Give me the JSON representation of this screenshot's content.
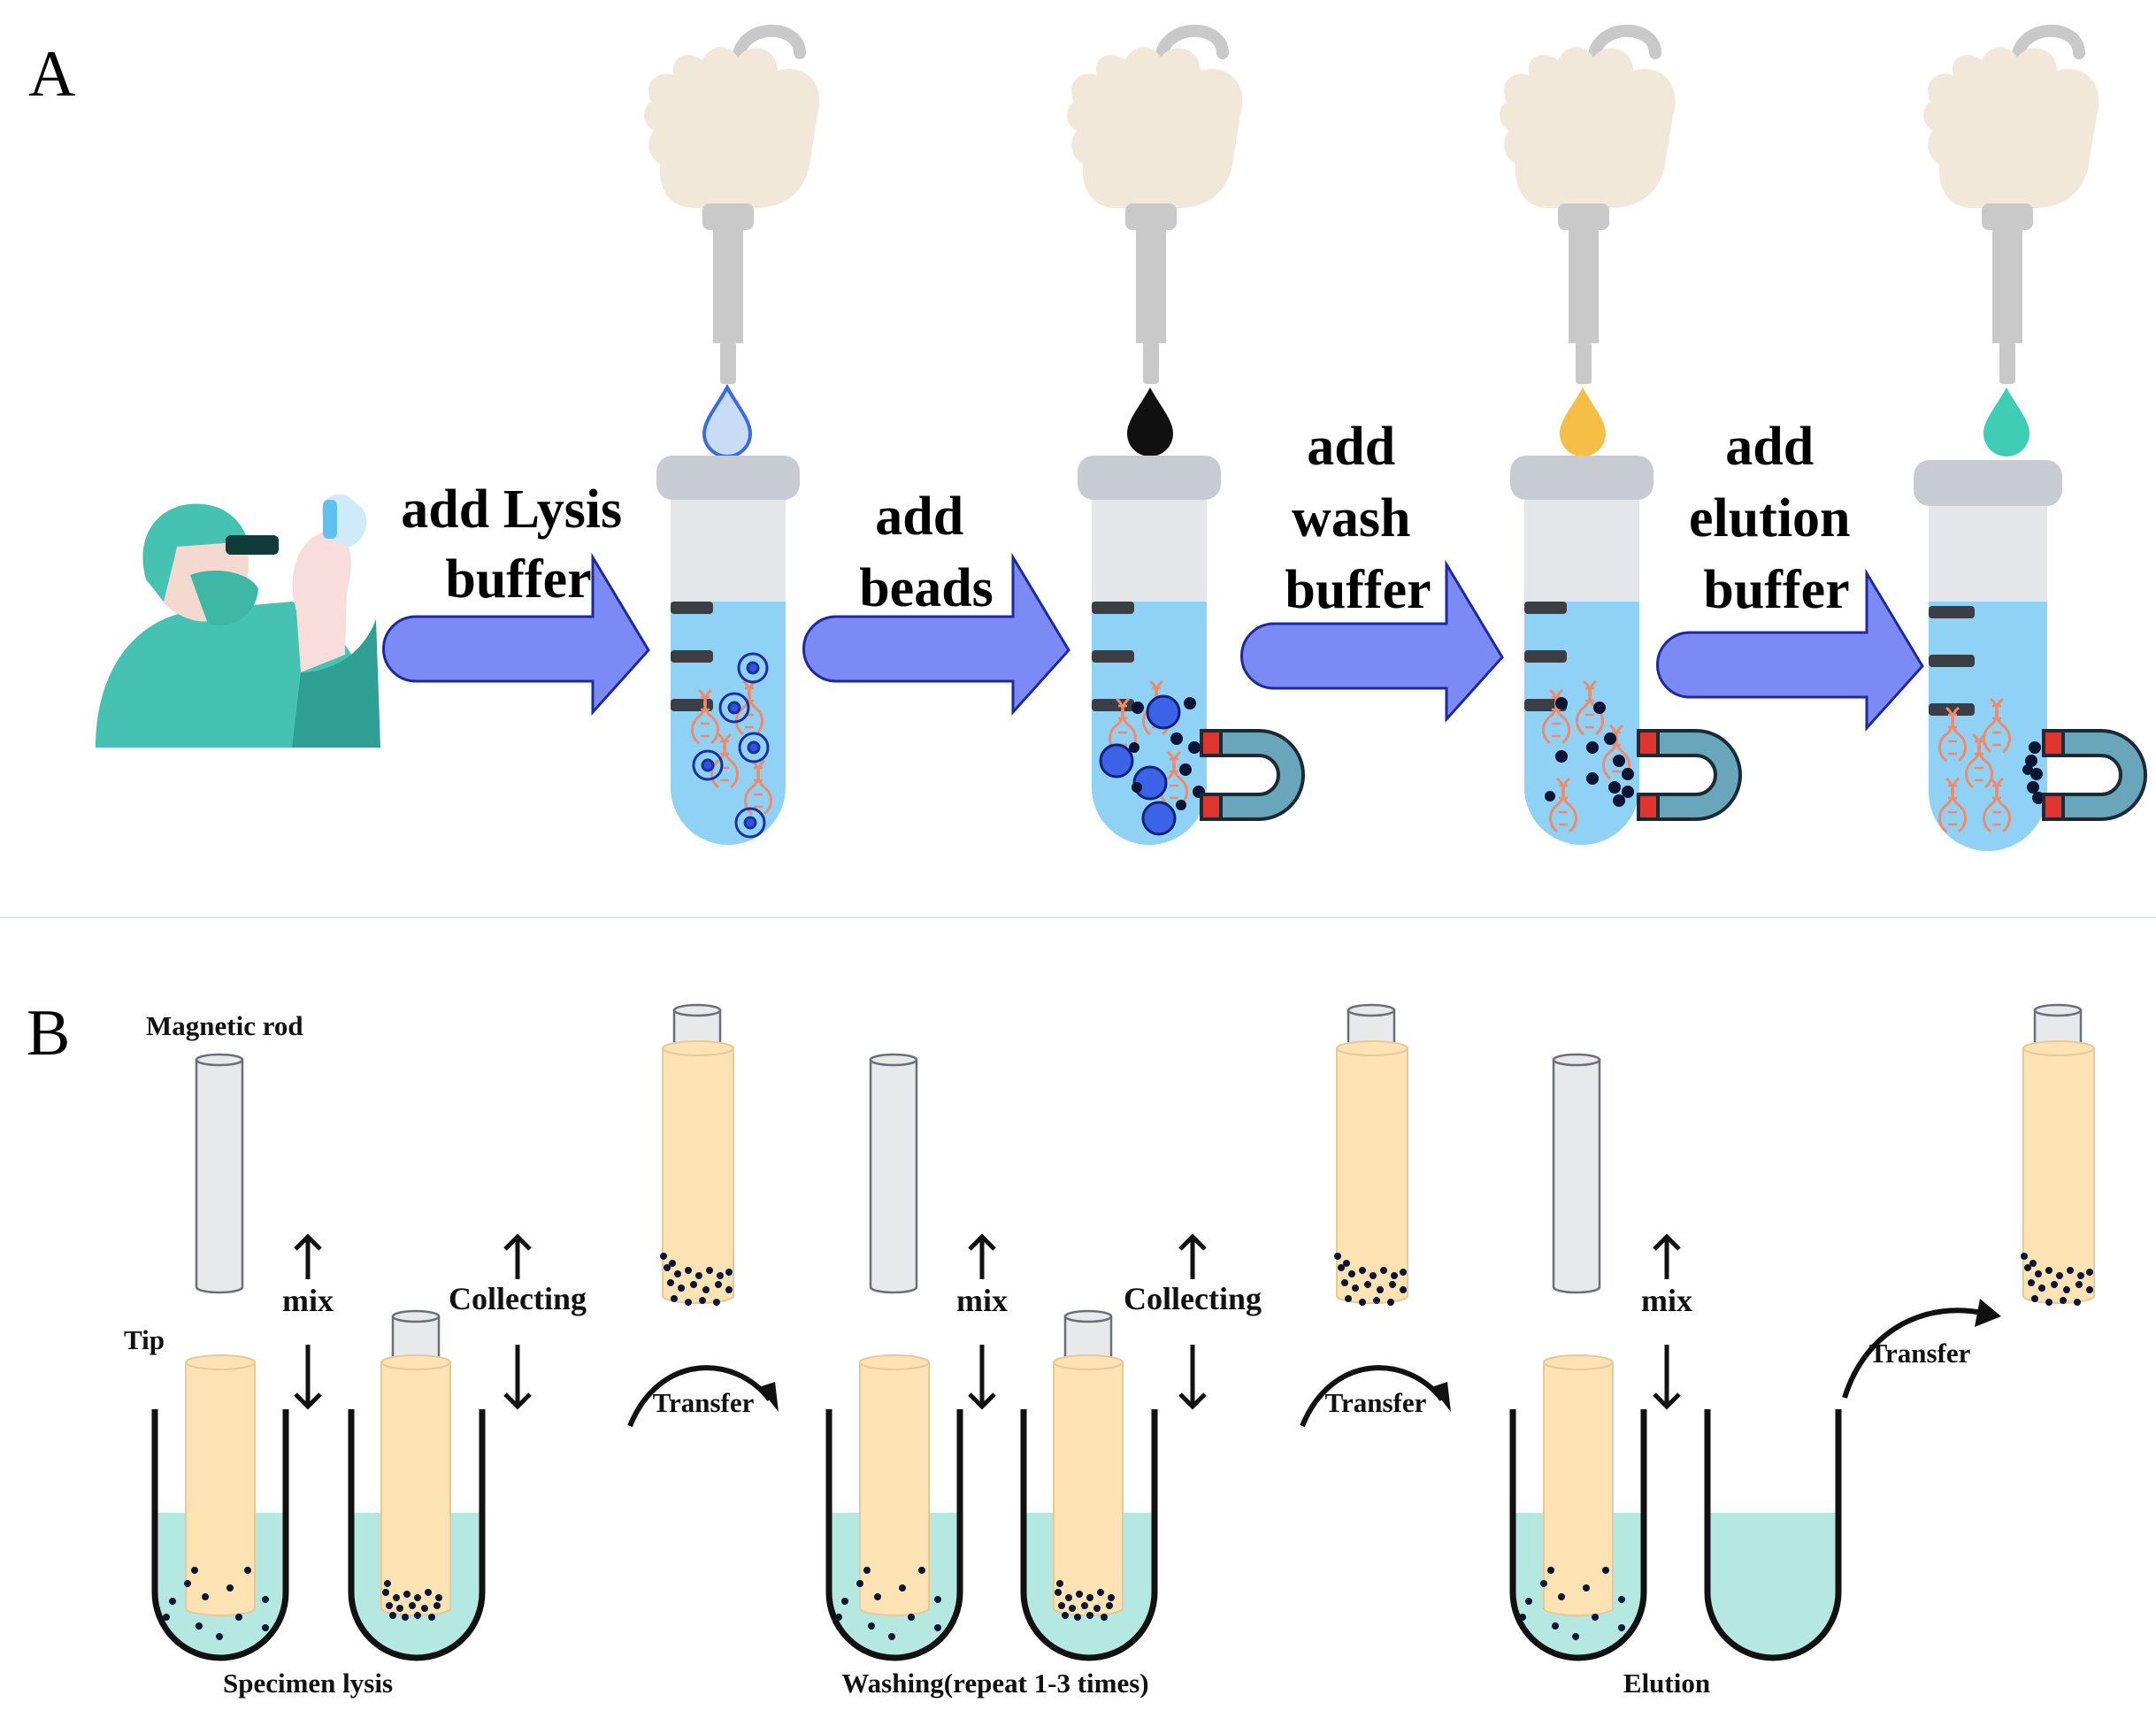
{
  "panel_a": {
    "letter": "A",
    "steps": [
      {
        "lines": [
          "add Lysis",
          "buffer"
        ]
      },
      {
        "lines": [
          "add",
          "beads"
        ]
      },
      {
        "lines": [
          "add",
          "wash",
          "buffer"
        ]
      },
      {
        "lines": [
          "add",
          "elution",
          "buffer"
        ]
      }
    ],
    "drop_colors": [
      "#c9dcf6",
      "#111111",
      "#f5be45",
      "#3fcdb5"
    ]
  },
  "panel_b": {
    "letter": "B",
    "magnetic_rod": "Magnetic rod",
    "tip": "Tip",
    "mix": "mix",
    "collecting": "Collecting",
    "transfer": "Transfer",
    "stages": [
      "Specimen lysis",
      "Washing(repeat 1-3 times)",
      "Elution"
    ]
  },
  "colors": {
    "arrow_fill": "#7b8af5",
    "arrow_stroke": "#1e2a9c",
    "liquid": "#8fd2f5",
    "tube_glass": "#e4e6ea",
    "tube_cap": "#c8cbd1",
    "hand": "#f1e8da",
    "pipette": "#c9c9c9",
    "solution": "#b5e8e0",
    "sleeve": "#fde2b4",
    "rod": "#e8e9eb",
    "dna": "#f08a6a",
    "magnet": "#6aa6bb",
    "magnet_pole": "#e0342e",
    "worker": "#45c2b1"
  }
}
